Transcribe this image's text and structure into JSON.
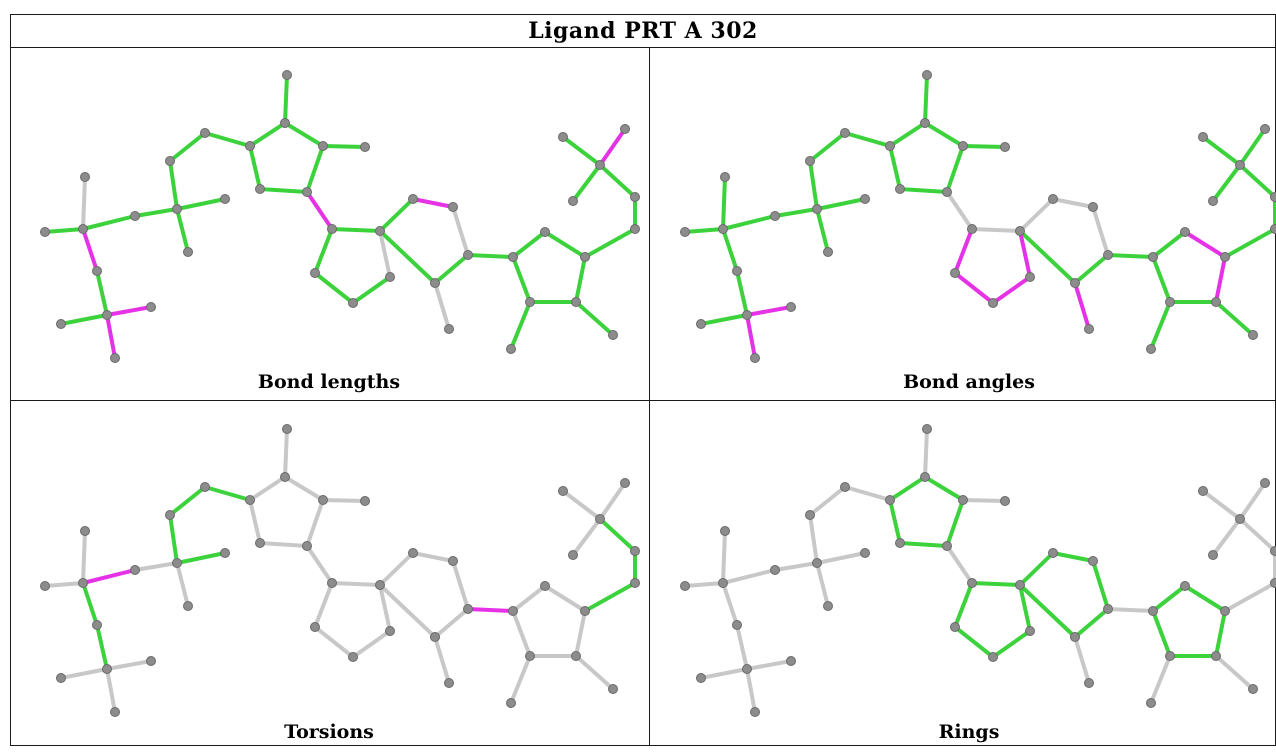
{
  "title": "Ligand PRT A 302",
  "colors": {
    "neutral": "#c8c8c8",
    "good": "#3cd23c",
    "outlier": "#e632e6",
    "atom": "#8c8c8c"
  },
  "panels": [
    {
      "label": "Bond lengths",
      "bonds": {
        "magenta": [
          [
            0,
            2
          ],
          [
            7,
            9
          ],
          [
            7,
            8
          ],
          [
            18,
            21
          ],
          [
            26,
            28
          ],
          [
            30,
            31
          ],
          [
            33,
            34
          ]
        ],
        "green": [
          [
            0,
            1
          ],
          [
            0,
            3
          ],
          [
            1,
            14
          ],
          [
            2,
            3
          ],
          [
            3,
            4
          ],
          [
            4,
            5
          ],
          [
            5,
            6
          ],
          [
            6,
            7
          ],
          [
            7,
            10
          ],
          [
            10,
            11
          ],
          [
            11,
            12
          ],
          [
            11,
            13
          ],
          [
            14,
            15
          ],
          [
            16,
            18
          ],
          [
            18,
            19
          ],
          [
            19,
            20
          ],
          [
            20,
            22
          ],
          [
            20,
            21
          ],
          [
            22,
            23
          ],
          [
            22,
            24
          ],
          [
            24,
            25
          ],
          [
            25,
            26
          ],
          [
            26,
            27
          ],
          [
            27,
            28
          ],
          [
            27,
            29
          ],
          [
            32,
            33
          ],
          [
            33,
            35
          ],
          [
            33,
            37
          ],
          [
            35,
            36
          ],
          [
            36,
            37
          ],
          [
            37,
            38
          ]
        ]
      }
    },
    {
      "label": "Bond angles",
      "bonds": {
        "magenta": [
          [
            15,
            16
          ],
          [
            16,
            17
          ],
          [
            22,
            23
          ],
          [
            22,
            24
          ],
          [
            24,
            25
          ],
          [
            25,
            26
          ],
          [
            31,
            32
          ],
          [
            34,
            37
          ],
          [
            36,
            37
          ]
        ],
        "green": [
          [
            0,
            1
          ],
          [
            0,
            2
          ],
          [
            0,
            3
          ],
          [
            1,
            14
          ],
          [
            2,
            3
          ],
          [
            3,
            4
          ],
          [
            4,
            5
          ],
          [
            5,
            6
          ],
          [
            6,
            7
          ],
          [
            7,
            8
          ],
          [
            7,
            9
          ],
          [
            7,
            10
          ],
          [
            10,
            11
          ],
          [
            11,
            12
          ],
          [
            11,
            13
          ],
          [
            14,
            15
          ],
          [
            19,
            20
          ],
          [
            20,
            21
          ],
          [
            20,
            22
          ],
          [
            24,
            29
          ],
          [
            27,
            28
          ],
          [
            26,
            27
          ],
          [
            28,
            29
          ],
          [
            30,
            31
          ],
          [
            32,
            33
          ],
          [
            33,
            35
          ],
          [
            33,
            34
          ],
          [
            35,
            36
          ],
          [
            36,
            37
          ],
          [
            37,
            38
          ],
          [
            30,
            30
          ]
        ]
      }
    },
    {
      "label": "Torsions",
      "bonds": {
        "magenta": [
          [
            30,
            31
          ],
          [
            21,
            24
          ],
          [
            34,
            35
          ]
        ],
        "green": [
          [
            0,
            1
          ],
          [
            0,
            3
          ],
          [
            1,
            14
          ],
          [
            29,
            32
          ],
          [
            32,
            33
          ],
          [
            33,
            34
          ],
          [
            36,
            37
          ]
        ],
        "extra": []
      }
    },
    {
      "label": "Rings",
      "bonds": {
        "magenta": [],
        "green": [
          [
            0,
            1
          ],
          [
            1,
            2
          ],
          [
            2,
            3
          ],
          [
            3,
            4
          ],
          [
            4,
            0
          ],
          [
            14,
            15
          ],
          [
            15,
            16
          ],
          [
            16,
            17
          ],
          [
            17,
            18
          ],
          [
            18,
            14
          ],
          [
            18,
            19
          ],
          [
            19,
            20
          ],
          [
            20,
            21
          ],
          [
            21,
            22
          ],
          [
            22,
            17
          ],
          [
            24,
            25
          ],
          [
            25,
            26
          ],
          [
            26,
            27
          ],
          [
            27,
            28
          ],
          [
            28,
            24
          ]
        ]
      }
    }
  ]
}
